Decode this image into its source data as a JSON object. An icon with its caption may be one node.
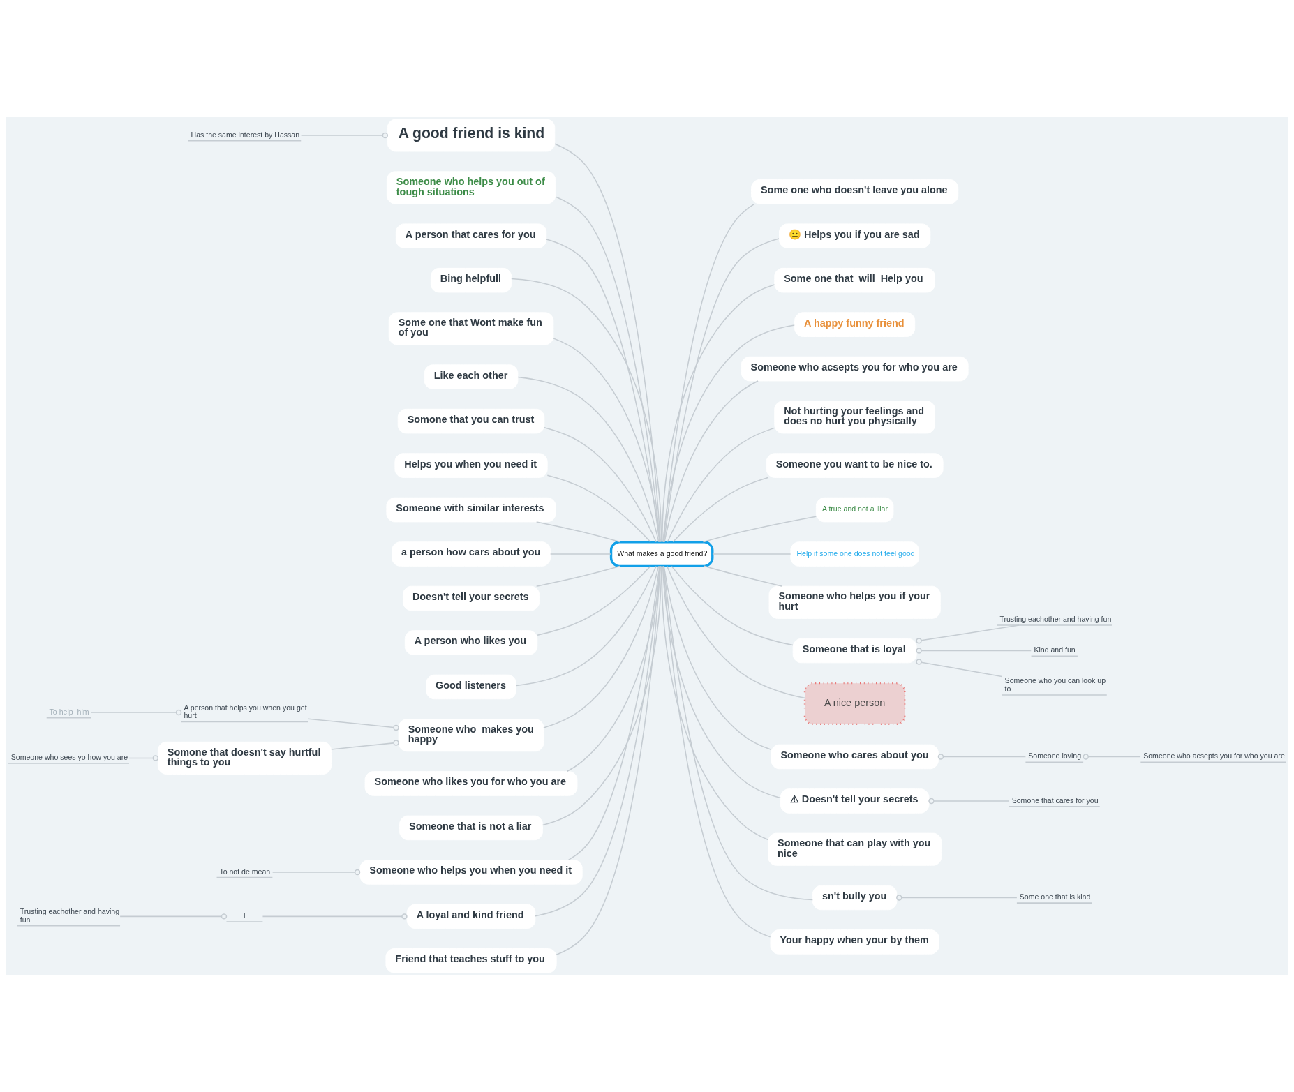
{
  "diagram": {
    "nodes": [
      {
        "text": [
          "What makes a good friend?"
        ]
      },
      {
        "text": [
          "Some one who doesn't leave you alone"
        ]
      },
      {
        "text": [
          "😐 Helps you if you are sad"
        ]
      },
      {
        "text": [
          "Has the same interest by Hassan"
        ]
      },
      {
        "text": [
          "A good friend is kind"
        ]
      },
      {
        "text": [
          "Some one that  will  Help you"
        ]
      },
      {
        "text": [
          "Someone who helps you out of tough situations"
        ]
      },
      {
        "text": [
          "A happy funny friend"
        ]
      },
      {
        "text": [
          "A person that cares for you"
        ]
      },
      {
        "text": [
          "Bing helpfull"
        ]
      },
      {
        "text": [
          "Someone who acsepts you for who you are"
        ]
      },
      {
        "text": [
          "Some one that Wont make fun of you"
        ]
      },
      {
        "text": [
          "Like each other"
        ]
      },
      {
        "text": [
          "Not hurting your feelings and does no hurt you physically"
        ]
      },
      {
        "text": [
          "Somone that you can trust"
        ]
      },
      {
        "text": [
          "Someone you want to be nice to."
        ]
      },
      {
        "text": [
          "Helps you when you need it"
        ]
      },
      {
        "text": [
          "A true and not a liiar"
        ]
      },
      {
        "text": [
          "Help if some one does not feel good"
        ]
      },
      {
        "text": [
          "Someone with similar interests"
        ]
      },
      {
        "text": [
          "a person how cars about you"
        ]
      },
      {
        "text": [
          "Someone who helps you if your hurt"
        ]
      },
      {
        "text": [
          "Doesn't tell your secrets"
        ]
      },
      {
        "text": [
          "Trusting eachother and having fun"
        ]
      },
      {
        "text": [
          "Kind and fun"
        ]
      },
      {
        "text": [
          "A person who likes you"
        ]
      },
      {
        "text": [
          "Someone that is loyal"
        ]
      },
      {
        "text": [
          "Someone who you can look up to"
        ]
      },
      {
        "text": [
          "Good listeners"
        ]
      },
      {
        "text": [
          "A nice person"
        ]
      },
      {
        "text": [
          "To help  him"
        ]
      },
      {
        "text": [
          "A person that helps you when you get hurt"
        ]
      },
      {
        "text": [
          "Someone who  makes you happy"
        ]
      },
      {
        "text": [
          "Someone who sees yo how you are"
        ]
      },
      {
        "text": [
          "Somone that doesn't say hurtful things to you"
        ]
      },
      {
        "text": [
          "Someone who cares about you"
        ]
      },
      {
        "text": [
          "Someone loving"
        ]
      },
      {
        "text": [
          "Someone who acsepts you for who you are"
        ]
      },
      {
        "text": [
          "⚠ Doesn't tell your secrets"
        ]
      },
      {
        "text": [
          "Somone that cares for you"
        ]
      },
      {
        "text": [
          "Someone who likes you for who you are"
        ]
      },
      {
        "text": [
          "Someone that is not a liar"
        ]
      },
      {
        "text": [
          "Someone that can play with you nice"
        ]
      },
      {
        "text": [
          "sn't bully you"
        ]
      },
      {
        "text": [
          "Some one that is kind"
        ]
      },
      {
        "text": [
          "To not de mean"
        ]
      },
      {
        "text": [
          "Someone who helps you when you need it"
        ]
      },
      {
        "text": [
          "Your happy when your by them"
        ]
      },
      {
        "text": [
          "Trusting eachother and having fun"
        ]
      },
      {
        "text": [
          "T"
        ]
      },
      {
        "text": [
          "A loyal and kind friend"
        ]
      },
      {
        "text": [
          "Friend that teaches stuff to you"
        ]
      }
    ],
    "edges": [
      {
        "from": 0,
        "to": 1,
        "arrow": "none"
      },
      {
        "from": 0,
        "to": 2,
        "arrow": "none"
      },
      {
        "from": 0,
        "to": 4,
        "arrow": "none"
      },
      {
        "from": 4,
        "to": 3,
        "arrow": "other"
      },
      {
        "from": 0,
        "to": 5,
        "arrow": "none"
      },
      {
        "from": 0,
        "to": 6,
        "arrow": "none"
      },
      {
        "from": 0,
        "to": 7,
        "arrow": "none"
      },
      {
        "from": 0,
        "to": 8,
        "arrow": "none"
      },
      {
        "from": 0,
        "to": 9,
        "arrow": "none"
      },
      {
        "from": 0,
        "to": 10,
        "arrow": "none"
      },
      {
        "from": 0,
        "to": 11,
        "arrow": "none"
      },
      {
        "from": 0,
        "to": 12,
        "arrow": "none"
      },
      {
        "from": 0,
        "to": 13,
        "arrow": "none"
      },
      {
        "from": 0,
        "to": 14,
        "arrow": "none"
      },
      {
        "from": 0,
        "to": 15,
        "arrow": "none"
      },
      {
        "from": 0,
        "to": 16,
        "arrow": "none"
      },
      {
        "from": 0,
        "to": 17,
        "arrow": "none"
      },
      {
        "from": 0,
        "to": 18,
        "arrow": "none"
      },
      {
        "from": 0,
        "to": 19,
        "arrow": "none"
      },
      {
        "from": 0,
        "to": 20,
        "arrow": "none"
      },
      {
        "from": 0,
        "to": 21,
        "arrow": "none"
      },
      {
        "from": 0,
        "to": 22,
        "arrow": "none"
      },
      {
        "from": 0,
        "to": 25,
        "arrow": "none"
      },
      {
        "from": 0,
        "to": 26,
        "arrow": "none"
      },
      {
        "from": 26,
        "to": 23,
        "arrow": "other"
      },
      {
        "from": 26,
        "to": 24,
        "arrow": "other"
      },
      {
        "from": 26,
        "to": 27,
        "arrow": "other"
      },
      {
        "from": 0,
        "to": 28,
        "arrow": "none"
      },
      {
        "from": 0,
        "to": 29,
        "arrow": "none"
      },
      {
        "from": 0,
        "to": 32,
        "arrow": "none"
      },
      {
        "from": 32,
        "to": 31,
        "arrow": "other"
      },
      {
        "from": 31,
        "to": 30,
        "arrow": "other"
      },
      {
        "from": 32,
        "to": 34,
        "arrow": "other"
      },
      {
        "from": 34,
        "to": 33,
        "arrow": "other"
      },
      {
        "from": 0,
        "to": 35,
        "arrow": "none"
      },
      {
        "from": 35,
        "to": 36,
        "arrow": "other"
      },
      {
        "from": 36,
        "to": 37,
        "arrow": "other"
      },
      {
        "from": 0,
        "to": 38,
        "arrow": "none"
      },
      {
        "from": 38,
        "to": 39,
        "arrow": "other"
      },
      {
        "from": 0,
        "to": 40,
        "arrow": "none"
      },
      {
        "from": 0,
        "to": 41,
        "arrow": "none"
      },
      {
        "from": 0,
        "to": 42,
        "arrow": "none"
      },
      {
        "from": 0,
        "to": 43,
        "arrow": "none"
      },
      {
        "from": 43,
        "to": 44,
        "arrow": "other"
      },
      {
        "from": 0,
        "to": 46,
        "arrow": "none"
      },
      {
        "from": 46,
        "to": 45,
        "arrow": "other"
      },
      {
        "from": 0,
        "to": 47,
        "arrow": "none"
      },
      {
        "from": 0,
        "to": 50,
        "arrow": "none"
      },
      {
        "from": 50,
        "to": 49,
        "arrow": "other"
      },
      {
        "from": 49,
        "to": 48,
        "arrow": "other"
      },
      {
        "from": 0,
        "to": 51,
        "arrow": "none"
      }
    ]
  }
}
